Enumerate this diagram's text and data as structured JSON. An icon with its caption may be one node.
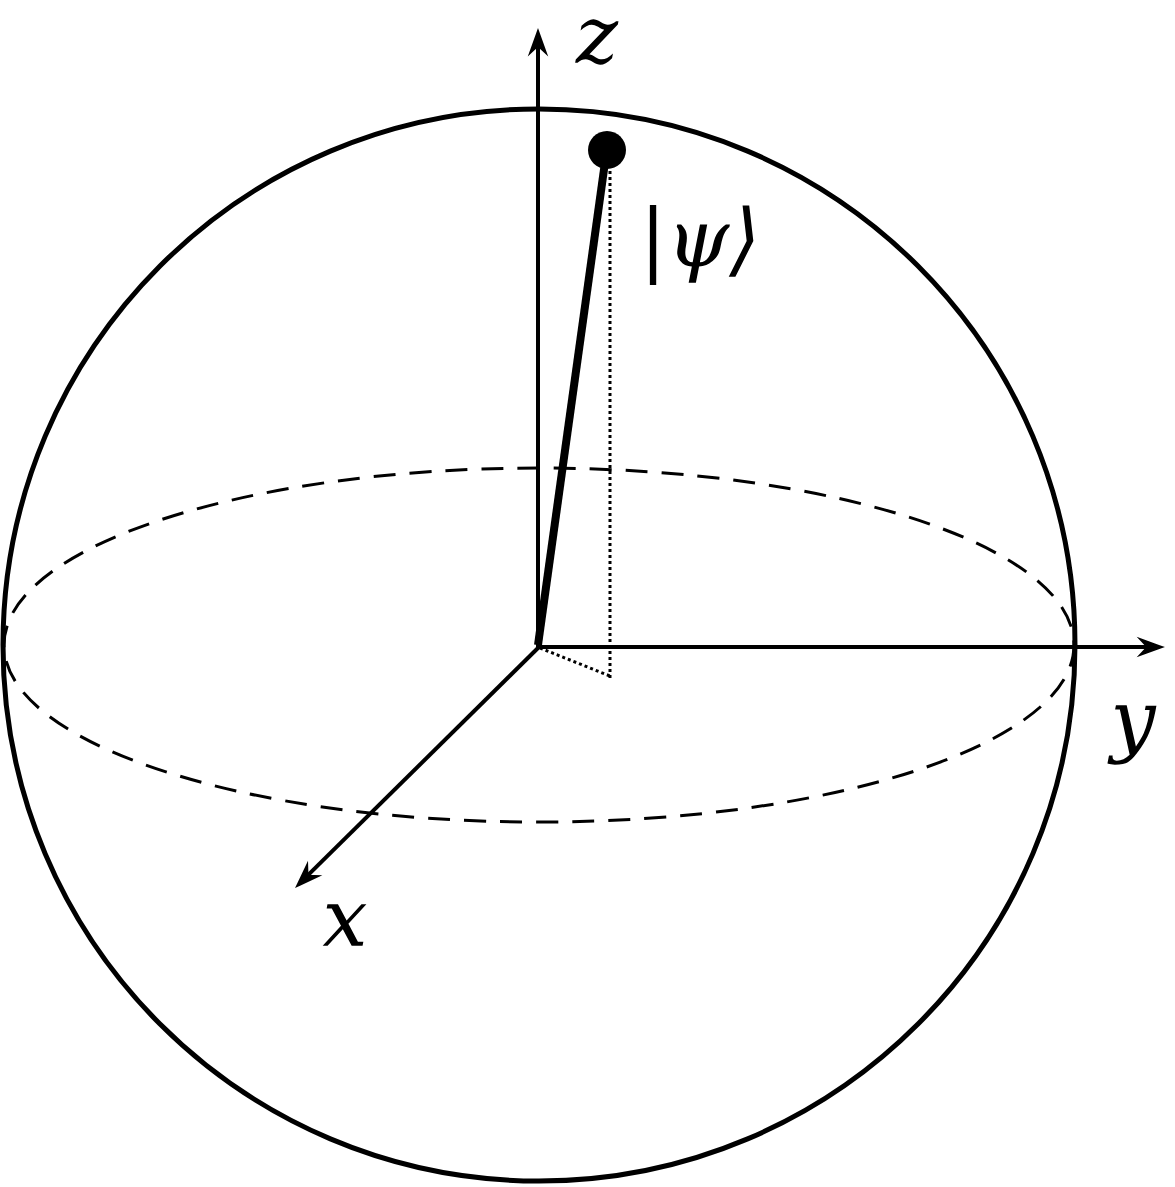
{
  "diagram": {
    "labels": [
      "z",
      "|ψ⟩",
      "y",
      "x"
    ]
  }
}
